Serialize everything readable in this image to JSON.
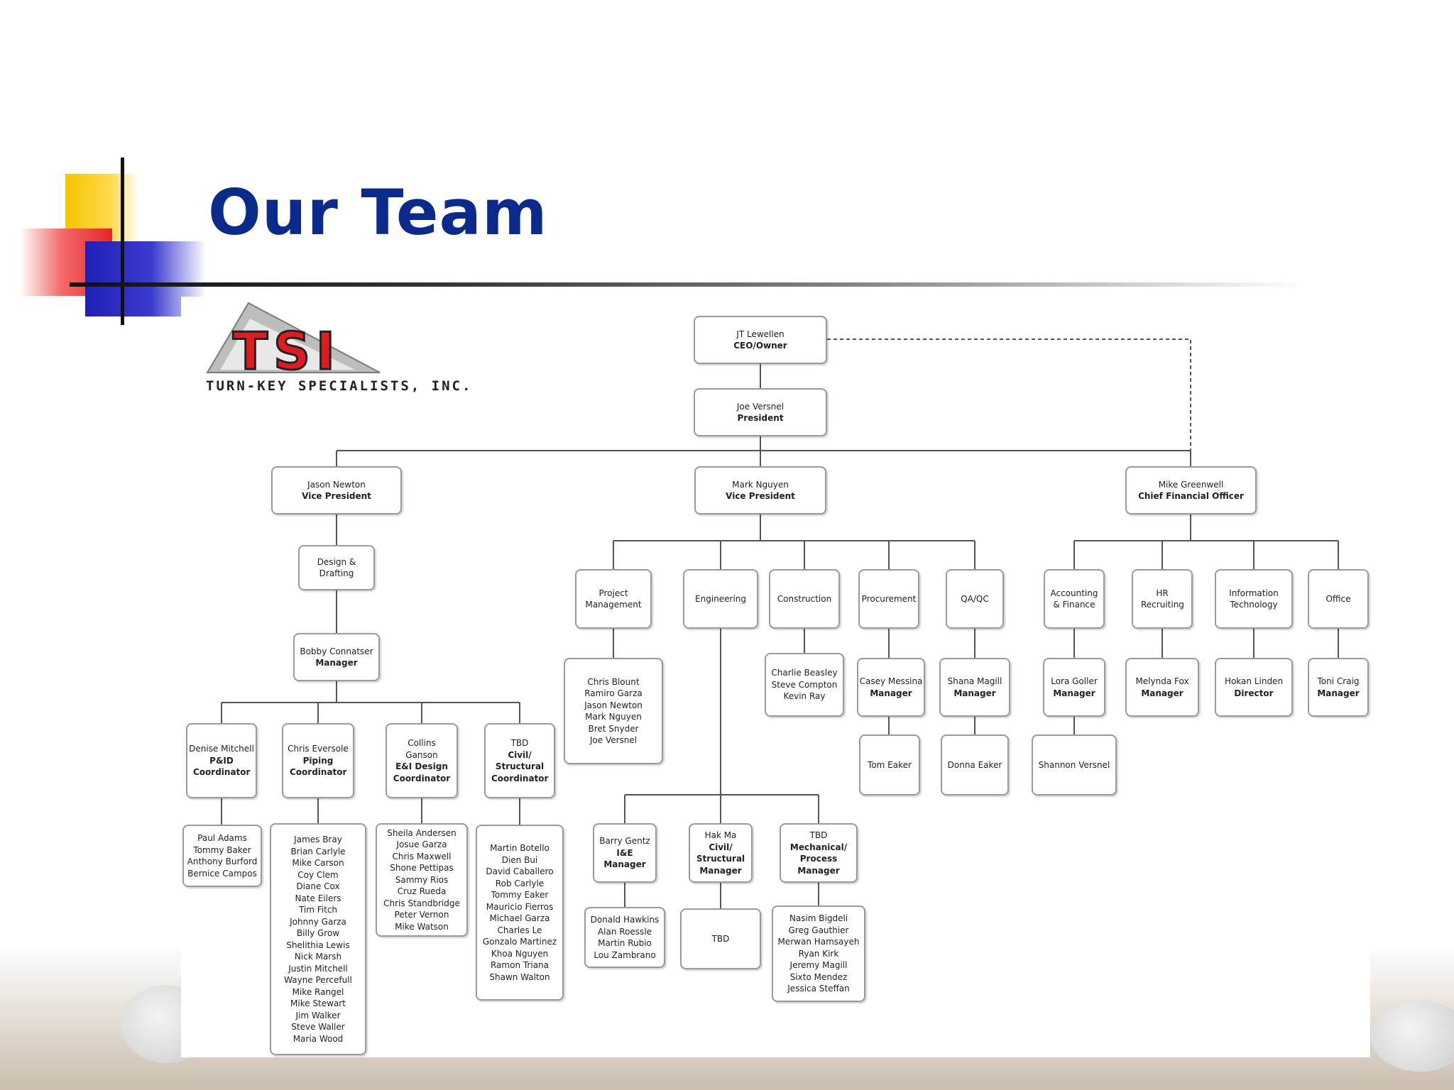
{
  "slide": {
    "title": "Our Team"
  },
  "logo": {
    "letters": "TSI",
    "tagline": "TURN-KEY SPECIALISTS, INC."
  },
  "colors": {
    "title": "#0b2b8c",
    "logo_red": "#e01b22",
    "box_border": "#9a9a9a"
  },
  "org": {
    "ceo": {
      "name": "JT Lewellen",
      "title": "CEO/Owner"
    },
    "president": {
      "name": "Joe Versnel",
      "title": "President"
    },
    "vp_left": {
      "name": "Jason Newton",
      "title": "Vice President"
    },
    "vp_center": {
      "name": "Mark Nguyen",
      "title": "Vice President"
    },
    "cfo": {
      "name": "Mike Greenwell",
      "title": "Chief Financial Officer"
    },
    "design": {
      "label": "Design & Drafting"
    },
    "design_mgr": {
      "name": "Bobby Connatser",
      "title": "Manager"
    },
    "coordinators": [
      {
        "name": "Denise Mitchell",
        "title": "P&ID Coordinator"
      },
      {
        "name": "Chris Eversole",
        "title": "Piping Coordinator"
      },
      {
        "name": "Collins Ganson",
        "title": "E&I Design Coordinator"
      },
      {
        "name": "TBD",
        "title": "Civil/ Structural Coordinator"
      }
    ],
    "coord_staff": [
      [
        "Paul Adams",
        "Tommy Baker",
        "Anthony Burford",
        "Bernice Campos"
      ],
      [
        "James Bray",
        "Brian Carlyle",
        "Mike Carson",
        "Coy Clem",
        "Diane Cox",
        "Nate Eilers",
        "Tim Fitch",
        "Johnny Garza",
        "Billy Grow",
        "Shelithia Lewis",
        "Nick Marsh",
        "Justin Mitchell",
        "Wayne Percefull",
        "Mike Rangel",
        "Mike Stewart",
        "Jim Walker",
        "Steve Waller",
        "Maria Wood"
      ],
      [
        "Sheila Andersen",
        "Josue Garza",
        "Chris Maxwell",
        "Shone Pettipas",
        "Sammy Rios",
        "Cruz Rueda",
        "Chris Standbridge",
        "Peter Vernon",
        "Mike Watson"
      ],
      [
        "Martin Botello",
        "Dien Bui",
        "David Caballero",
        "Rob Carlyle",
        "Tommy Eaker",
        "Mauricio Fierros",
        "Michael Garza",
        "Charles Le",
        "Gonzalo Martinez",
        "Khoa Nguyen",
        "Ramon Triana",
        "Shawn Walton"
      ]
    ],
    "departments": [
      {
        "label": "Project Management"
      },
      {
        "label": "Engineering"
      },
      {
        "label": "Construction"
      },
      {
        "label": "Procurement"
      },
      {
        "label": "QA/QC"
      },
      {
        "label": "Accounting & Finance"
      },
      {
        "label": "HR Recruiting"
      },
      {
        "label": "Information Technology"
      },
      {
        "label": "Office"
      }
    ],
    "pm_staff": [
      "Chris Blount",
      "Ramiro Garza",
      "Jason Newton",
      "Mark Nguyen",
      "Bret Snyder",
      "Joe Versnel"
    ],
    "construction_staff": [
      "Charlie Beasley",
      "Steve Compton",
      "Kevin Ray"
    ],
    "dept_managers": [
      {
        "name": "Casey Messina",
        "title": "Manager"
      },
      {
        "name": "Shana Magill",
        "title": "Manager"
      },
      {
        "name": "Lora Goller",
        "title": "Manager"
      },
      {
        "name": "Melynda Fox",
        "title": "Manager"
      },
      {
        "name": "Hokan Linden",
        "title": "Director"
      },
      {
        "name": "Toni Craig",
        "title": "Manager"
      }
    ],
    "dept_staff": [
      "Tom Eaker",
      "Donna Eaker",
      "Shannon Versnel"
    ],
    "eng_managers": [
      {
        "name": "Barry Gentz",
        "title": "I&E Manager"
      },
      {
        "name": "Hak Ma",
        "title": "Civil/ Structural Manager"
      },
      {
        "name": "TBD",
        "title": "Mechanical/ Process Manager"
      }
    ],
    "eng_staff": [
      [
        "Donald Hawkins",
        "Alan Roessle",
        "Martin Rubio",
        "Lou Zambrano"
      ],
      [
        "TBD"
      ],
      [
        "Nasim Bigdeli",
        "Greg Gauthier",
        "Merwan Hamsayeh",
        "Ryan Kirk",
        "Jeremy Magill",
        "Sixto Mendez",
        "Jessica Steffan"
      ]
    ]
  }
}
